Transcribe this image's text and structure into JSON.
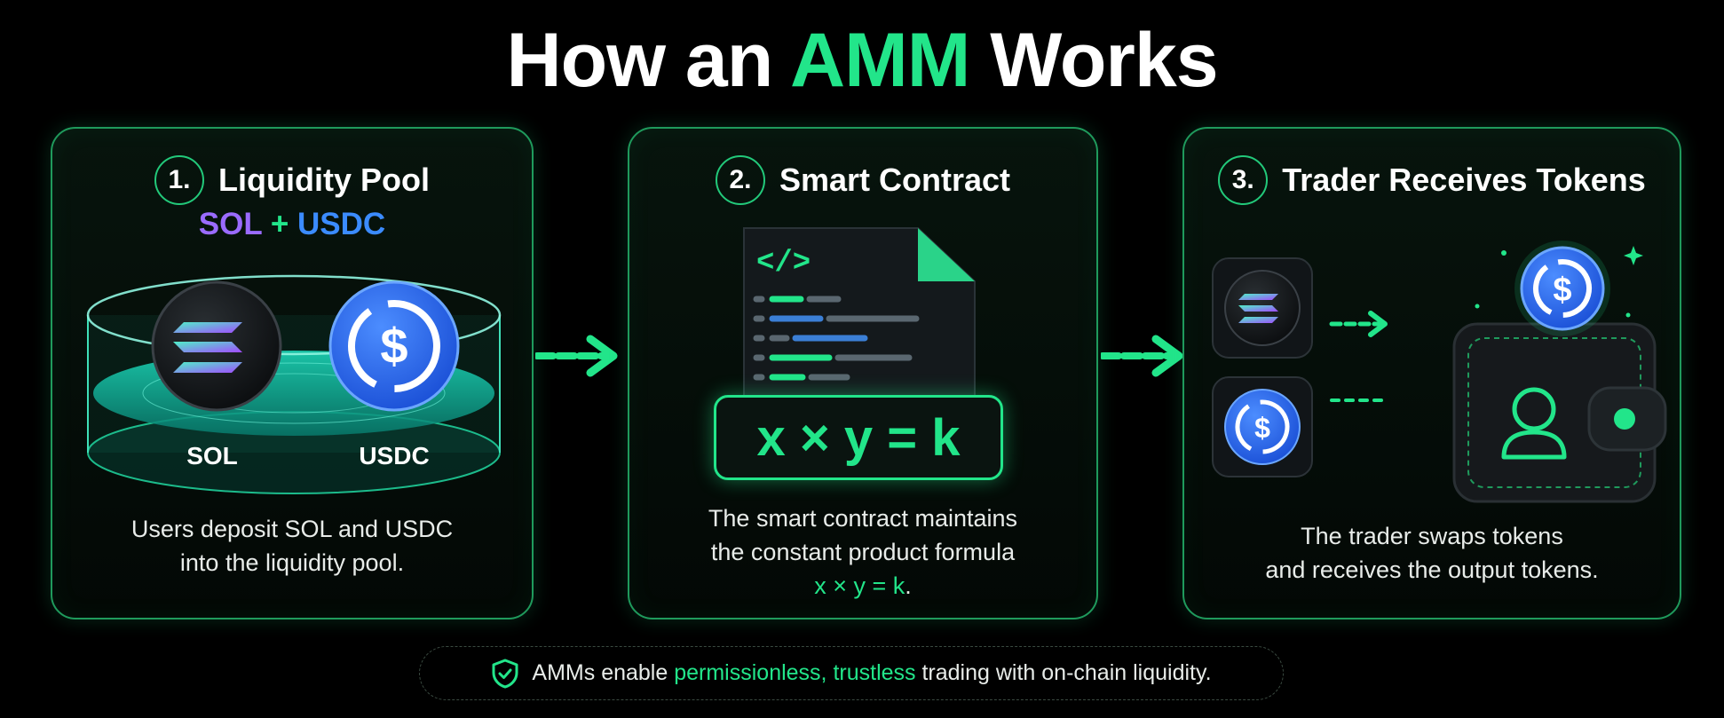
{
  "title": {
    "prefix": "How an ",
    "highlight": "AMM",
    "suffix": " Works"
  },
  "colors": {
    "accent": "#22e58a",
    "sol": "#9a6bff",
    "usdc": "#3b8bff",
    "background": "#000000"
  },
  "steps": [
    {
      "number": "1.",
      "title": "Liquidity Pool",
      "pair": {
        "left": "SOL",
        "plus": "+",
        "right": "USDC"
      },
      "pool_labels": {
        "left": "SOL",
        "right": "USDC"
      },
      "caption_line1": "Users deposit SOL and USDC",
      "caption_line2": "into the liquidity pool."
    },
    {
      "number": "2.",
      "title": "Smart Contract",
      "code_tag": "</>",
      "formula": "x × y = k",
      "caption_line1": "The smart contract maintains",
      "caption_line2": "the constant product formula",
      "caption_formula": "x × y = k",
      "caption_period": "."
    },
    {
      "number": "3.",
      "title": "Trader Receives Tokens",
      "caption_line1": "The trader swaps tokens",
      "caption_line2": "and receives the output tokens."
    }
  ],
  "icons": [
    "sol-coin-icon",
    "usdc-coin-icon",
    "code-file-icon",
    "wallet-icon",
    "user-icon",
    "shield-check-icon",
    "arrow-right-icon"
  ],
  "footer": {
    "prefix": "AMMs enable ",
    "highlight": "permissionless, trustless",
    "suffix": " trading with on-chain liquidity."
  }
}
